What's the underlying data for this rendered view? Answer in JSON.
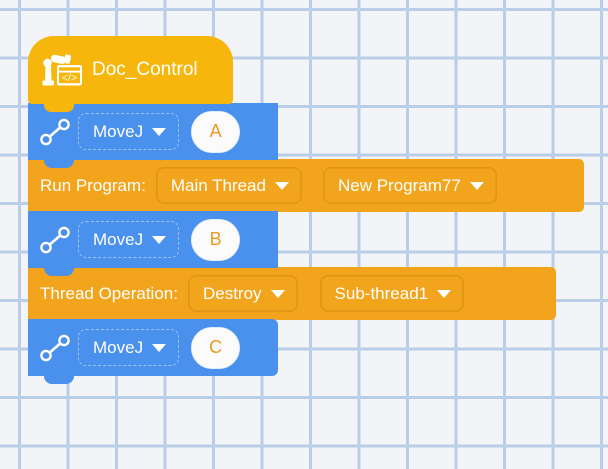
{
  "canvas": {
    "background_color": "#f2f4f8",
    "grid_dot_color": "#bed0ea"
  },
  "palette": {
    "hat_orange": "#f6b60b",
    "block_orange": "#f2a51c",
    "block_blue": "#4a90ed",
    "badge_text": "#e89a22",
    "text_white": "#ffffff"
  },
  "script": {
    "hat": {
      "icon": "robot-document-icon",
      "title": "Doc_Control"
    },
    "blocks": [
      {
        "kind": "move",
        "icon": "move-path-icon",
        "command": "MoveJ",
        "point": "A"
      },
      {
        "kind": "run_program",
        "label": "Run Program:",
        "thread": "Main Thread",
        "program": "New Program77"
      },
      {
        "kind": "move",
        "icon": "move-path-icon",
        "command": "MoveJ",
        "point": "B"
      },
      {
        "kind": "thread_operation",
        "label": "Thread Operation:",
        "operation": "Destroy",
        "target": "Sub-thread1"
      },
      {
        "kind": "move",
        "icon": "move-path-icon",
        "command": "MoveJ",
        "point": "C"
      }
    ]
  }
}
